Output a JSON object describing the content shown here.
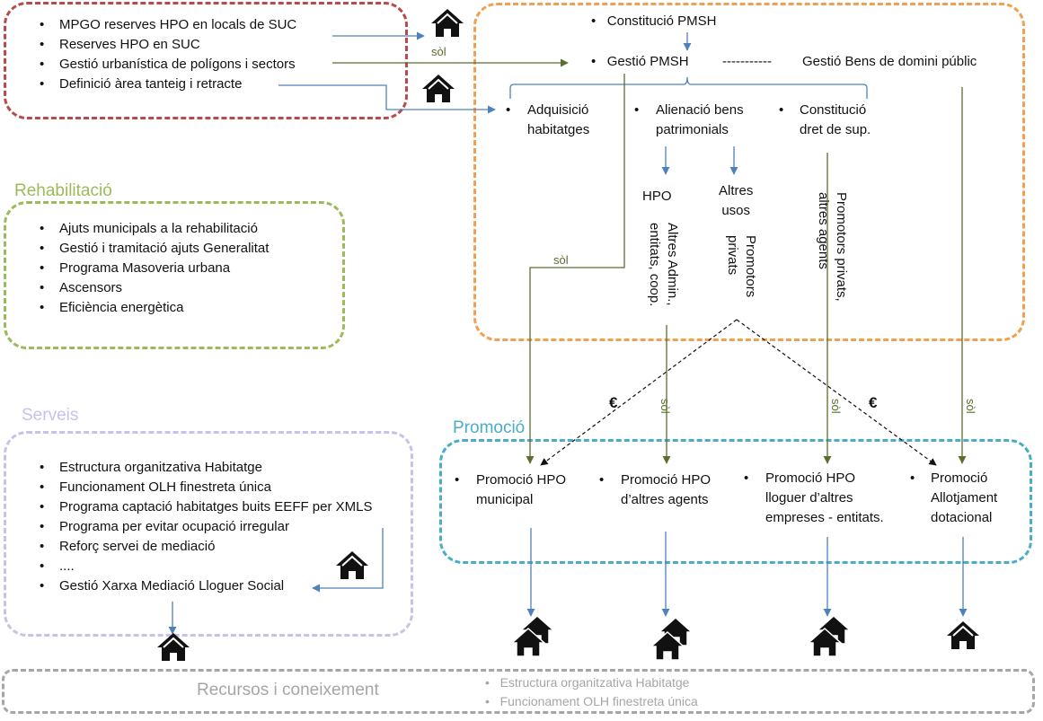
{
  "colors": {
    "red": "#b84a4a",
    "orange": "#f0a050",
    "green": "#9bbb59",
    "purple": "#c9c1ea",
    "teal": "#4aacc5",
    "gray": "#a6a6a6",
    "arrow_blue": "#4f81bd",
    "arrow_olive": "#5a6e2e"
  },
  "icons": [
    "house-icon"
  ],
  "top_left": {
    "items": [
      "MPGO reserves HPO en locals de SUC",
      "Reserves HPO en SUC",
      "Gestió urbanística de polígons i sectors",
      "Definició àrea tanteig i retracte"
    ]
  },
  "pmsh": {
    "constitucio": "Constitució PMSH",
    "gestio": "Gestió PMSH",
    "dashes": "-----------",
    "bens": "Gestió Bens de domini públic",
    "adquisicio": [
      "Adquisició",
      "habitatges"
    ],
    "alienacio": [
      "Alienació bens",
      "patrimonials"
    ],
    "dret": [
      "Constitució",
      "dret de sup."
    ],
    "hpo": "HPO",
    "altres_usos": [
      "Altres",
      "usos"
    ],
    "altres_admin": [
      "Altres Admin.,",
      "entitats, coop."
    ],
    "promotors": [
      "Promotors",
      "privats"
    ],
    "promotors_altres": [
      "Promotors privats,",
      "altres agents"
    ]
  },
  "labels": {
    "sol": "sòl",
    "euro": "€"
  },
  "rehab": {
    "title": "Rehabilitació",
    "items": [
      "Ajuts municipals a la rehabilitació",
      "Gestió i tramitació ajuts Generalitat",
      "Programa Masoveria urbana",
      "Ascensors",
      "Eficiència energètica"
    ]
  },
  "serveis": {
    "title": "Serveis",
    "items": [
      "Estructura organitzativa Habitatge",
      "Funcionament  OLH finestreta única",
      "Programa captació habitatges buits EEFF per XMLS",
      "Programa per evitar ocupació irregular",
      "Reforç servei de mediació",
      "....",
      "Gestió Xarxa Mediació Lloguer Social"
    ]
  },
  "promocio": {
    "title": "Promoció",
    "items": [
      [
        "Promoció HPO",
        "municipal"
      ],
      [
        "Promoció HPO",
        "d’altres agents"
      ],
      [
        "Promoció HPO",
        "lloguer d’altres",
        "empreses - entitats."
      ],
      [
        "Promoció",
        "Allotjament",
        "dotacional"
      ]
    ]
  },
  "recursos": {
    "title": "Recursos i coneixement",
    "items": [
      "Estructura organitzativa Habitatge",
      "Funcionament  OLH finestreta única"
    ]
  }
}
